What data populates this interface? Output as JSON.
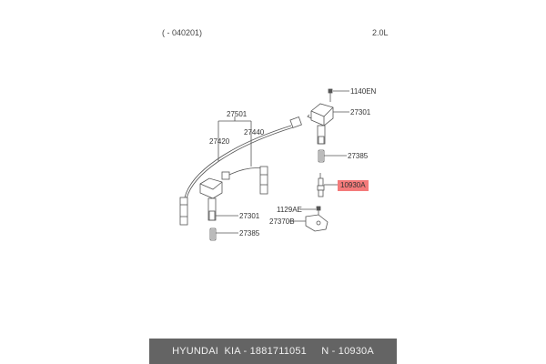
{
  "header": {
    "date_range": "( - 040201)",
    "engine": "2.0L"
  },
  "diagram": {
    "labels": [
      {
        "id": "bolt-top",
        "text": "1140EN"
      },
      {
        "id": "coil-top",
        "text": "27301"
      },
      {
        "id": "boot-top",
        "text": "27385"
      },
      {
        "id": "spark-plug",
        "text": "10930A",
        "highlighted": true
      },
      {
        "id": "bolt-bracket",
        "text": "1129AE"
      },
      {
        "id": "bracket",
        "text": "27370B"
      },
      {
        "id": "cable-set",
        "text": "27501"
      },
      {
        "id": "cable-1",
        "text": "27420"
      },
      {
        "id": "cable-2",
        "text": "27440"
      },
      {
        "id": "coil-bottom",
        "text": "27301"
      },
      {
        "id": "boot-bottom",
        "text": "27385"
      }
    ],
    "highlight_color": "#f47a7a"
  },
  "footer": {
    "text": "HYUNDAI  KIA - 1881711051     N - 10930A"
  }
}
